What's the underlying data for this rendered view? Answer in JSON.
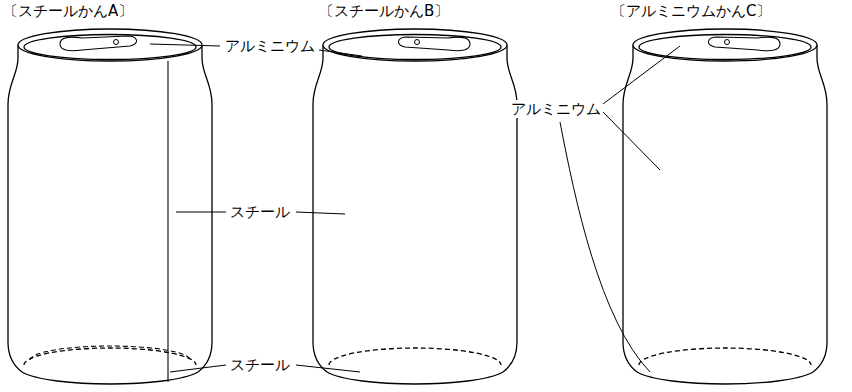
{
  "diagram": {
    "labels": [
      "〔スチールかんA〕",
      "〔スチールかんB〕",
      "〔アルミニウムかんC〕",
      "アルミニウム",
      "アルミニウム",
      "スチール",
      "スチール"
    ]
  }
}
